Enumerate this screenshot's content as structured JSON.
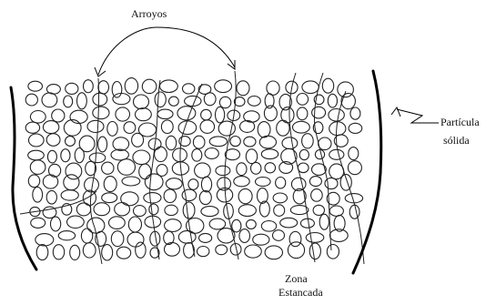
{
  "labels": {
    "channels": "Arroyos",
    "particle_line1": "Partícula",
    "particle_line2": "sólida",
    "zone_line1": "Zona",
    "zone_line2": "Estancada"
  }
}
